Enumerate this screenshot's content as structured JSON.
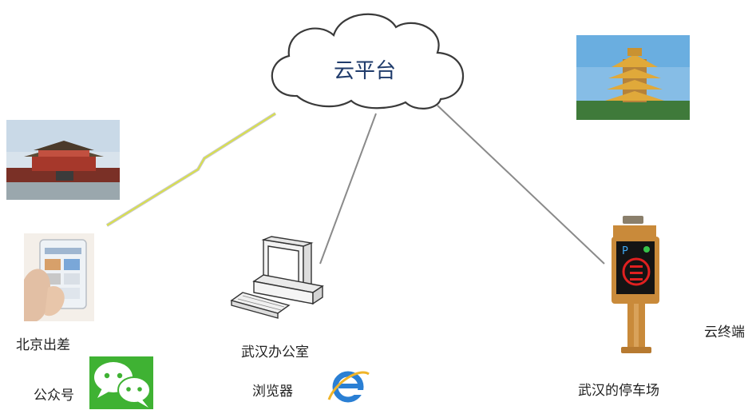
{
  "cloud": {
    "label": "云平台"
  },
  "nodes": {
    "beijing": {
      "label": "北京出差",
      "wechat_label": "公众号"
    },
    "office": {
      "label": "武汉办公室",
      "browser_label": "浏览器"
    },
    "parking": {
      "label": "武汉的停车场",
      "terminal_label": "云终端"
    }
  },
  "colors": {
    "link": "#8a8a8a",
    "wireless": "#d9e04a",
    "cloud_stroke": "#3a3a3a",
    "cloud_text": "#1f3b6b",
    "wechat_bg": "#3fb233",
    "ie_blue": "#2a7fd4"
  },
  "icons": {
    "cloud": "cloud-icon",
    "computer": "desktop-computer-icon",
    "phone": "smartphone-in-hand-icon",
    "wechat": "wechat-icon",
    "browser": "internet-explorer-icon",
    "parking_terminal": "parking-gate-terminal-icon"
  }
}
